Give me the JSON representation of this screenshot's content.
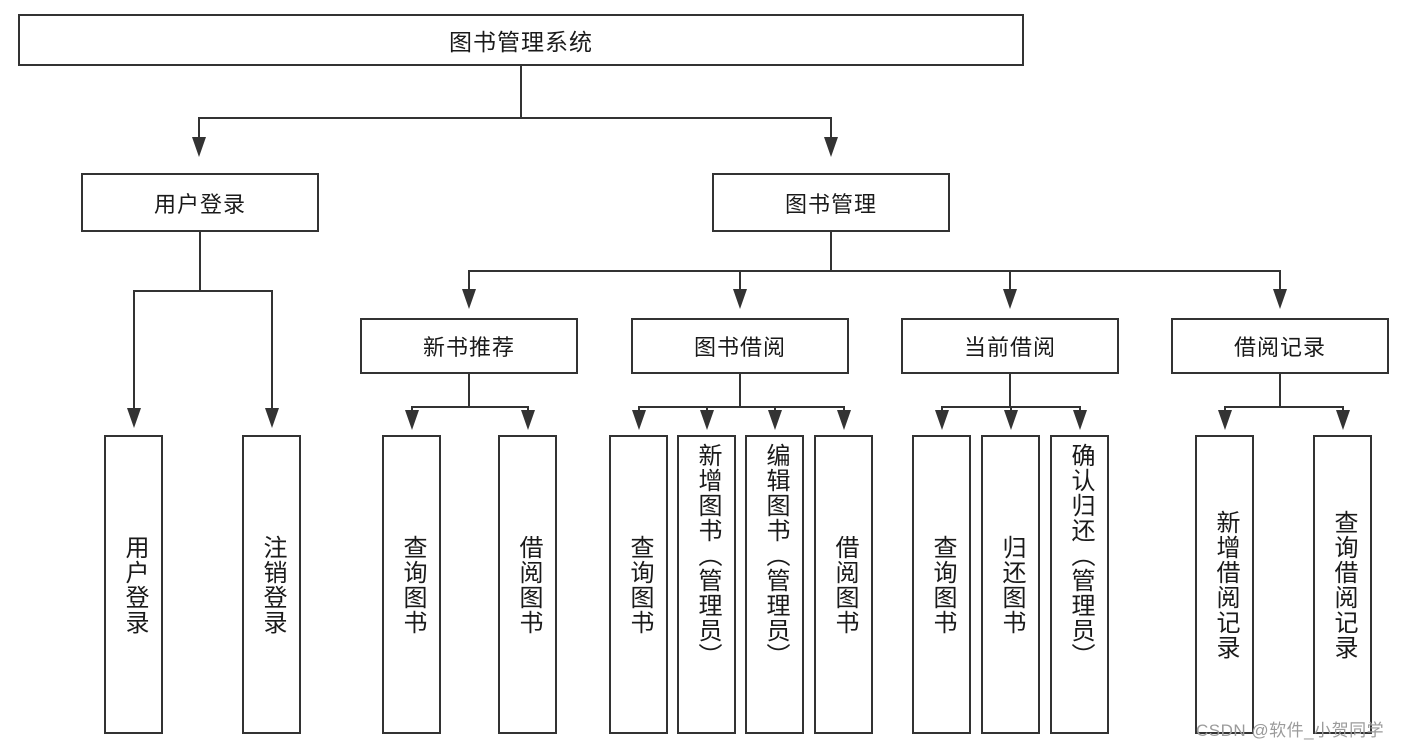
{
  "diagram": {
    "type": "tree-hierarchy-flowchart",
    "title_node": {
      "label": "图书管理系统"
    },
    "level2": [
      {
        "id": "user-login",
        "label": "用户登录"
      },
      {
        "id": "book-management",
        "label": "图书管理"
      }
    ],
    "level3": [
      {
        "id": "new-book-recommend",
        "label": "新书推荐",
        "parent": "book-management"
      },
      {
        "id": "book-borrow",
        "label": "图书借阅",
        "parent": "book-management"
      },
      {
        "id": "current-borrow",
        "label": "当前借阅",
        "parent": "book-management"
      },
      {
        "id": "borrow-record",
        "label": "借阅记录",
        "parent": "book-management"
      }
    ],
    "leaves": [
      {
        "id": "leaf-user-login",
        "label": "用户登录",
        "parent": "user-login"
      },
      {
        "id": "leaf-logout-login",
        "label": "注销登录",
        "parent": "user-login"
      },
      {
        "id": "leaf-query-book-1",
        "label": "查询图书",
        "parent": "new-book-recommend"
      },
      {
        "id": "leaf-borrow-book-1",
        "label": "借阅图书",
        "parent": "new-book-recommend"
      },
      {
        "id": "leaf-query-book-2",
        "label": "查询图书",
        "parent": "book-borrow"
      },
      {
        "id": "leaf-add-book",
        "label": "新增图书（管理员）",
        "parent": "book-borrow"
      },
      {
        "id": "leaf-edit-book",
        "label": "编辑图书（管理员）",
        "parent": "book-borrow"
      },
      {
        "id": "leaf-borrow-book-2",
        "label": "借阅图书",
        "parent": "book-borrow"
      },
      {
        "id": "leaf-query-book-3",
        "label": "查询图书",
        "parent": "current-borrow"
      },
      {
        "id": "leaf-return-book",
        "label": "归还图书",
        "parent": "current-borrow"
      },
      {
        "id": "leaf-confirm-return",
        "label": "确认归还（管理员）",
        "parent": "current-borrow"
      },
      {
        "id": "leaf-add-record",
        "label": "新增借阅记录",
        "parent": "borrow-record"
      },
      {
        "id": "leaf-query-record",
        "label": "查询借阅记录",
        "parent": "borrow-record"
      }
    ],
    "colors": {
      "stroke": "#333333",
      "text": "#1a1a1a",
      "background": "#ffffff",
      "watermark": "#9b9b9b"
    }
  },
  "watermark": {
    "text": "CSDN @软件_小贺同学"
  }
}
